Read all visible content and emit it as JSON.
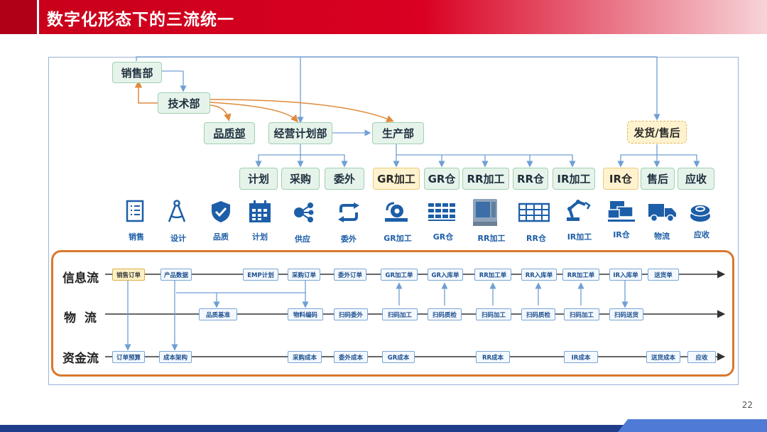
{
  "title": "数字化形态下的三流统一",
  "page_number": "22",
  "org": {
    "sales": "销售部",
    "tech": "技术部",
    "quality": "品质部",
    "planning": "经营计划部",
    "production": "生产部",
    "delivery": "发货/售后",
    "plan": "计划",
    "purchase": "采购",
    "outsource": "委外",
    "gr_proc": "GR加工",
    "gr_wh": "GR仓",
    "rr_proc": "RR加工",
    "rr_wh": "RR仓",
    "ir_proc": "IR加工",
    "ir_wh": "IR仓",
    "after_sales": "售后",
    "receivable": "应收"
  },
  "icons": [
    {
      "name": "list-icon",
      "label": "销售"
    },
    {
      "name": "compass-icon",
      "label": "设计"
    },
    {
      "name": "shield-icon",
      "label": "品质"
    },
    {
      "name": "calendar-icon",
      "label": "计划"
    },
    {
      "name": "network-icon",
      "label": "供应"
    },
    {
      "name": "cycle-icon",
      "label": "委外"
    },
    {
      "name": "lathe-icon",
      "label": "GR加工"
    },
    {
      "name": "rack-icon",
      "label": "GR仓"
    },
    {
      "name": "cnc-machine-icon",
      "label": "RR加工"
    },
    {
      "name": "warehouse-grid-icon",
      "label": "RR仓"
    },
    {
      "name": "robot-arm-icon",
      "label": "IR加工"
    },
    {
      "name": "boxes-icon",
      "label": "IR仓"
    },
    {
      "name": "truck-icon",
      "label": "物流"
    },
    {
      "name": "coins-icon",
      "label": "应收"
    }
  ],
  "flows": {
    "info_label": "信息流",
    "material_label": "物  流",
    "fund_label": "资金流",
    "info": [
      "销售订单",
      "产品数据",
      "EMP计划",
      "采购订单",
      "委外订单",
      "GR加工单",
      "GR入库单",
      "RR加工单",
      "RR入库单",
      "RR加工单",
      "IR入库单",
      "送货单"
    ],
    "material": [
      "品质基准",
      "物料编码",
      "扫码委外",
      "扫码加工",
      "扫码质检",
      "扫码加工",
      "扫码质检",
      "扫码加工",
      "扫码送货"
    ],
    "fund": [
      "订单预算",
      "成本架构",
      "采购成本",
      "委外成本",
      "GR成本",
      "RR成本",
      "IR成本",
      "送货成本",
      "应收"
    ]
  },
  "colors": {
    "brand_red": "#c8001a",
    "accent_blue": "#1d5ea8",
    "frame_orange": "#d9782e",
    "node_green": "#e6f3ea",
    "node_yellow": "#fff3cf",
    "footer_blue": "#1f3d8a"
  }
}
